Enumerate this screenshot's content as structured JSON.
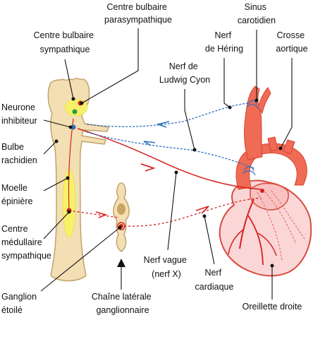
{
  "labels": {
    "centre_parasympathique": [
      "Centre bulbaire",
      "parasympathique"
    ],
    "centre_sympathique": [
      "Centre bulbaire",
      "sympathique"
    ],
    "sinus_carotidien": [
      "Sinus",
      "carotidien"
    ],
    "nerf_hering": [
      "Nerf",
      "de Héring"
    ],
    "crosse_aortique": [
      "Crosse",
      "aortique"
    ],
    "nerf_ludwig_cyon": [
      "Nerf de",
      "Ludwig Cyon"
    ],
    "neurone_inhibiteur": [
      "Neurone",
      "inhibiteur"
    ],
    "bulbe_rachidien": [
      "Bulbe",
      "rachidien"
    ],
    "moelle_epiniere": [
      "Moelle",
      "épinière"
    ],
    "centre_medullaire": [
      "Centre",
      "médullaire",
      "sympathique"
    ],
    "nerf_vague": [
      "Nerf vague",
      "(nerf X)"
    ],
    "nerf_cardiaque": [
      "Nerf",
      "cardiaque"
    ],
    "ganglion_etoile": [
      "Ganglion",
      "étoilé"
    ],
    "chaine_laterale": [
      "Chaîne latérale",
      "ganglionnaire"
    ],
    "oreillette_droite": [
      "Oreillette droite"
    ]
  },
  "colors": {
    "tissue": "#f3dfb3",
    "tissue_outline": "#c2a36a",
    "yellow_zone": "#f7f16a",
    "artery": "#f06b55",
    "artery_dark": "#d4432f",
    "heart_fill": "#fbd6d6",
    "heart_outline": "#d94a3c",
    "efferent_red": "#d62020",
    "afferent_blue": "#2f6fbf",
    "sympathetic_node": "#2c9d3a",
    "leader": "#111111"
  }
}
